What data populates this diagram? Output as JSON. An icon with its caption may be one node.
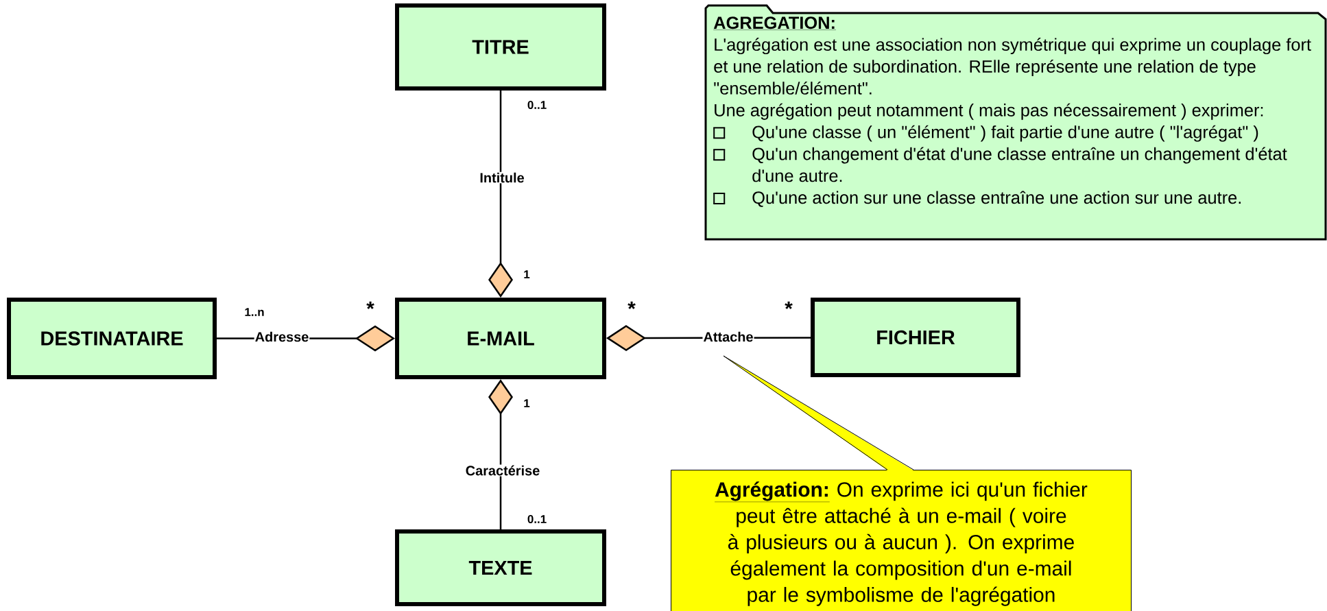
{
  "diagram": {
    "nodes": [
      {
        "text": [
          "TITRE"
        ]
      },
      {
        "text": [
          "DESTINATAIRE"
        ]
      },
      {
        "text": [
          "E-MAIL"
        ]
      },
      {
        "text": [
          "FICHIER"
        ]
      },
      {
        "text": [
          "TEXTE"
        ]
      },
      {
        "text": [
          "AGREGATION:",
          "L'agrégation est une association non symétrique qui exprime un couplage fort et une relation de subordination. RElle représente une relation de type \"ensemble/élément\".",
          "Une agrégation peut notamment ( mais pas nécessairement ) exprimer:",
          "Qu'une classe ( un \"élément\" ) fait partie d'une autre ( \"l'agrégat\" )",
          "Qu'un changement d'état d'une classe entraîne un changement d'état d'une autre.",
          "Qu'une action sur une classe entraîne une action sur une autre."
        ]
      },
      {
        "text": [
          "Agrégation:",
          "On exprime ici qu'un fichier peut être attaché à un e-mail ( voire à plusieurs ou à aucun ). On exprime également la composition d'un e-mail par le symbolisme de l'agrégation"
        ]
      }
    ],
    "edges": [
      {
        "from": 0,
        "to": 2,
        "arrow": "other",
        "label": "Intitule"
      },
      {
        "from": 1,
        "to": 2,
        "arrow": "other",
        "label": "Adresse"
      },
      {
        "from": 3,
        "to": 2,
        "arrow": "other",
        "label": "Attache"
      },
      {
        "from": 4,
        "to": 2,
        "arrow": "other",
        "label": "Caractérise"
      },
      {
        "from": 6,
        "to": null,
        "arrow": "none"
      }
    ],
    "labels": [
      "0..1",
      "1",
      "1..n",
      "*",
      "*",
      "*",
      "1",
      "0..1"
    ]
  }
}
